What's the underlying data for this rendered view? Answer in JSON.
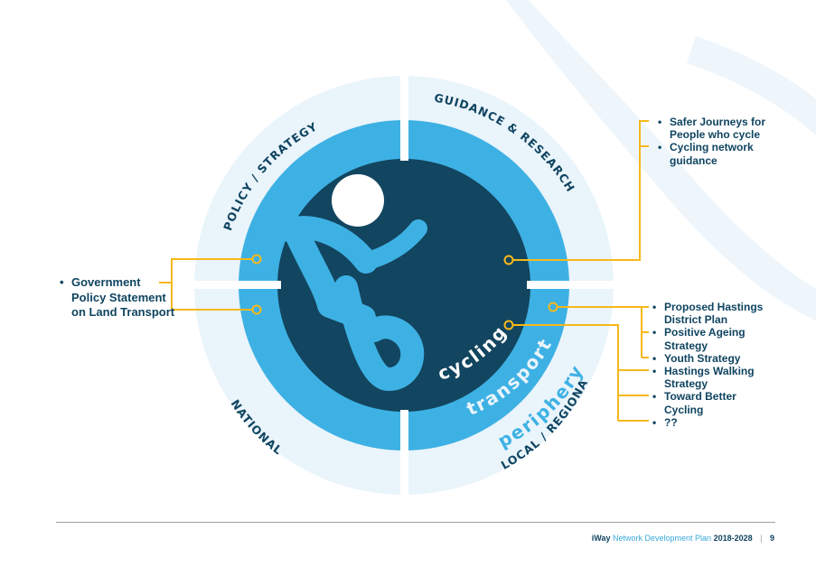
{
  "diagram": {
    "quadrants": {
      "policy": "POLICY / STRATEGY",
      "guidance": "GUIDANCE & RESEARCH",
      "national": "NATIONAL",
      "local": "LOCAL / REGIONAL"
    },
    "rings": {
      "inner": "cycling",
      "middle": "transport",
      "outer": "periphery"
    },
    "colors": {
      "navy": "#12455f",
      "mid_blue": "#3eb1e4",
      "pale_blue": "#eaf4fb",
      "accent_yellow": "#f6b81a",
      "text_navy": "#0f4460"
    },
    "icon": "cyclist-icon"
  },
  "lists": {
    "national": [
      "Government Policy Statement on Land Transport"
    ],
    "guidance": [
      "Safer Journeys for People who cycle",
      "Cycling network guidance"
    ],
    "local": [
      "Proposed Hastings District Plan",
      "Positive Ageing Strategy",
      "Youth Strategy",
      "Hastings Walking Strategy",
      "Toward Better Cycling",
      "??"
    ]
  },
  "footer": {
    "brand": "iWay",
    "title": "Network Development Plan",
    "years": "2018-2028",
    "page": "9"
  }
}
